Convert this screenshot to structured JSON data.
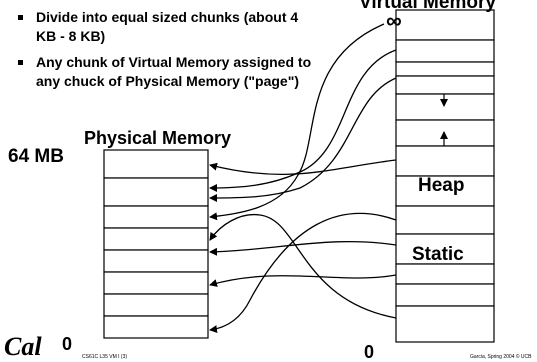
{
  "bullets": [
    "Divide into equal sized chunks (about 4 KB - 8 KB)",
    "Any chunk of Virtual Memory assigned to any chuck of Physical Memory (\"page\")"
  ],
  "virtual_memory": {
    "title": "Virtual Memory",
    "top_label": "∞",
    "bottom_label": "0",
    "heap_label": "Heap",
    "static_label": "Static"
  },
  "physical_memory": {
    "title": "Physical Memory",
    "top_label": "64 MB",
    "bottom_label": "0"
  },
  "footer": {
    "logo": "Cal",
    "left_caption": "CS61C L35 VM I (3)",
    "right_caption": "Garcia, Spring 2004 © UCB"
  }
}
